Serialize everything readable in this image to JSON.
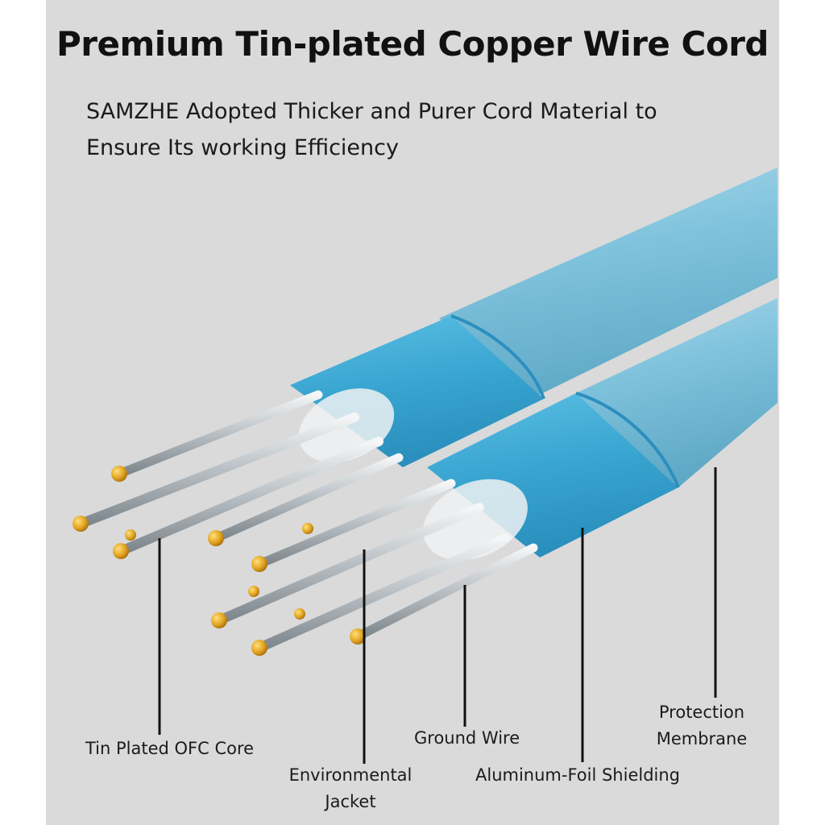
{
  "heading": {
    "title": "Premium Tin-plated Copper Wire Cord",
    "subtitle_line1": "SAMZHE Adopted Thicker and Purer Cord Material to",
    "subtitle_line2": "Ensure Its working Efficiency"
  },
  "labels": {
    "tin_core": "Tin Plated OFC Core",
    "env_jacket_line1": "Environmental",
    "env_jacket_line2": "Jacket",
    "ground_wire": "Ground Wire",
    "foil_shielding": "Aluminum-Foil Shielding",
    "protection_line1": "Protection",
    "protection_line2": "Membrane"
  },
  "colors": {
    "panel": "#dadada",
    "membrane": "#8cc9df",
    "foil": "#46aed6",
    "wire": "#c9cfd3",
    "tip": "#e3a522",
    "leader": "#111111"
  }
}
